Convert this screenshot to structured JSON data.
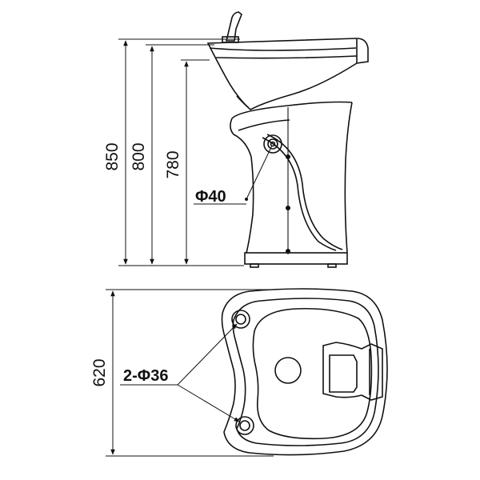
{
  "dimensions": {
    "height_overall": "850",
    "height_rim": "800",
    "height_basin": "780",
    "depth": "620"
  },
  "callouts": {
    "drain_diameter": "Φ40",
    "holes": "2-Φ36"
  },
  "colors": {
    "line": "#111111",
    "background": "#ffffff"
  }
}
